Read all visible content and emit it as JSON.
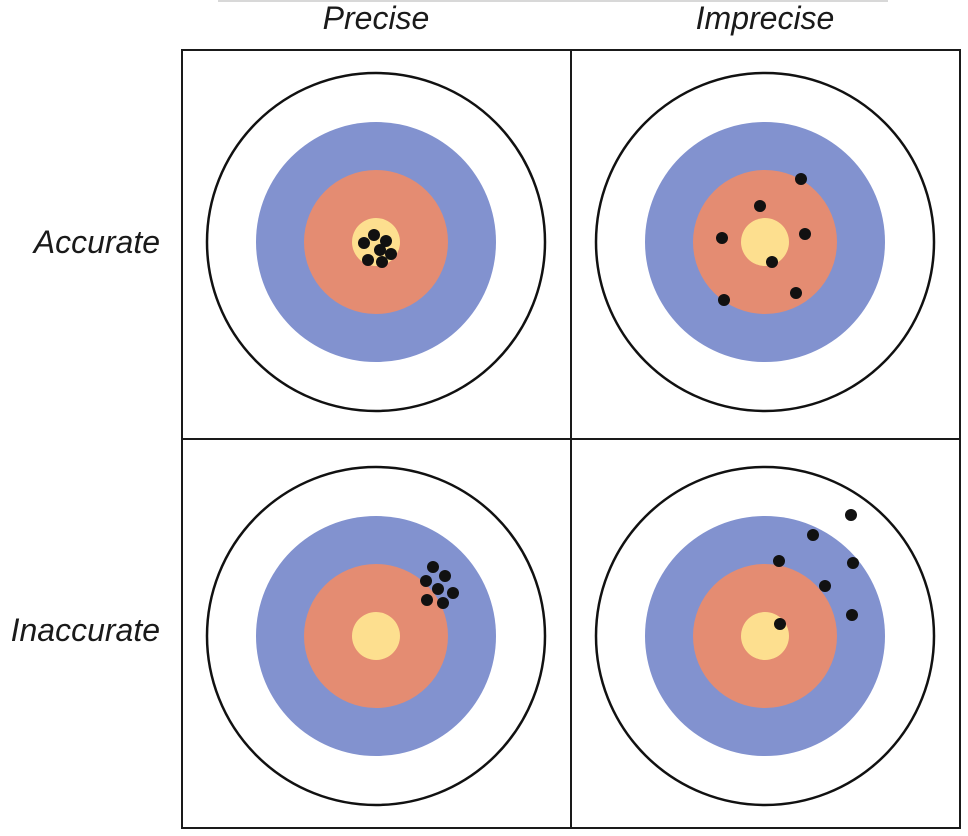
{
  "columns": {
    "precise": "Precise",
    "imprecise": "Imprecise"
  },
  "rows": {
    "accurate": "Accurate",
    "inaccurate": "Inaccurate"
  },
  "colors": {
    "outer_ring": "#ffffff",
    "blue_ring": "#8292cf",
    "orange_ring": "#e48c72",
    "bullseye": "#fddf8f",
    "shot": "#111111",
    "grid_line": "#1a1a1a"
  },
  "icons": {
    "target": "target-icon",
    "shot": "shot-dot-icon"
  }
}
